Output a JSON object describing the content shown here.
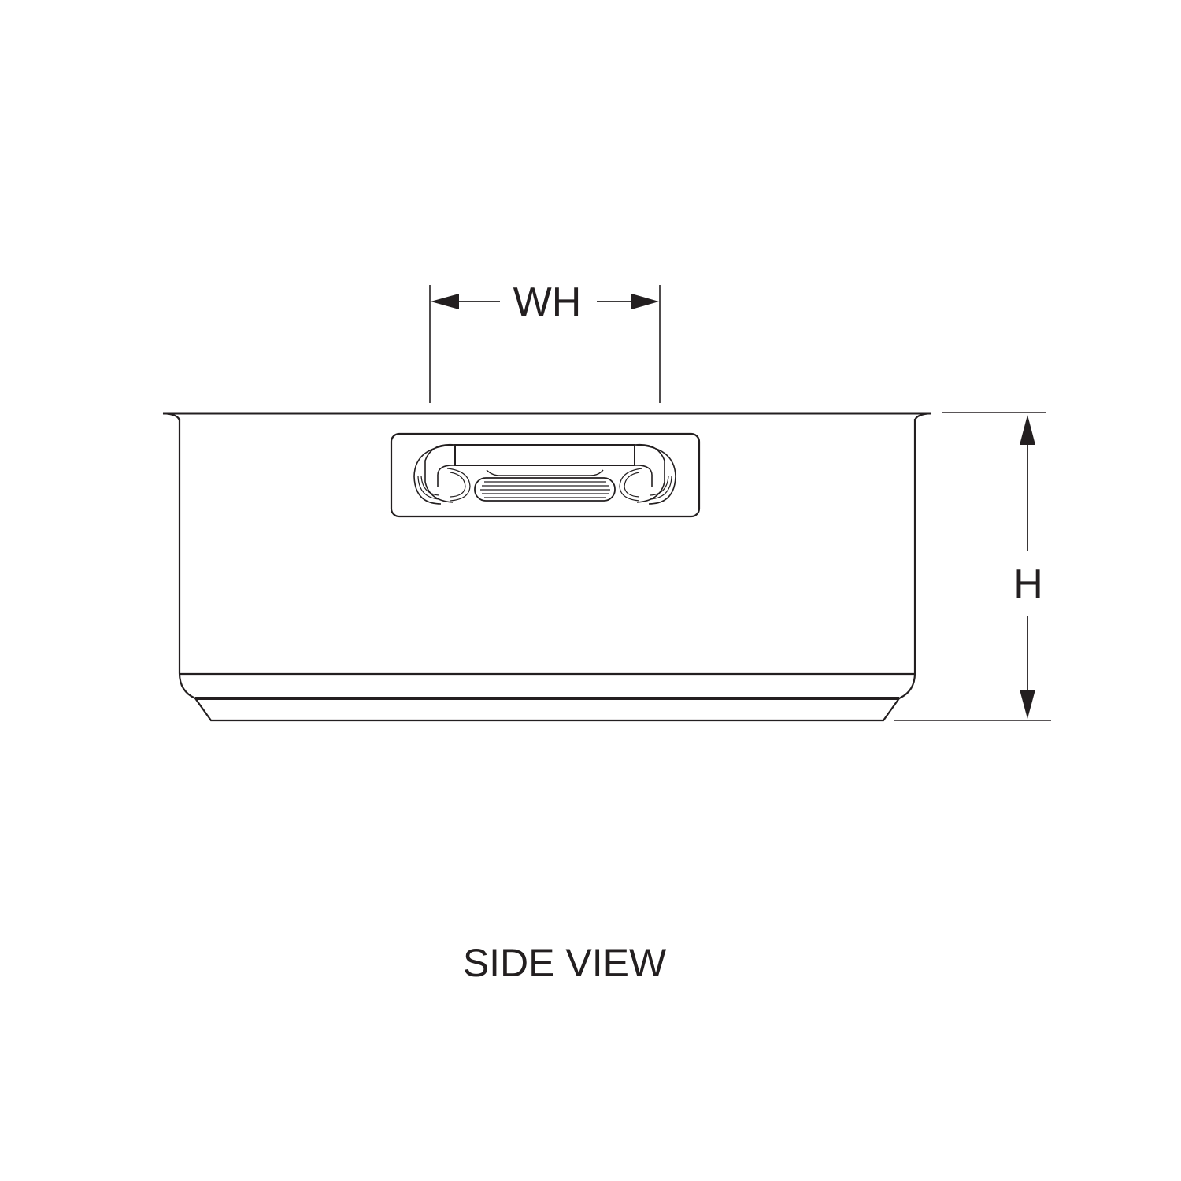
{
  "labels": {
    "width_handle": "WH",
    "height": "H",
    "view_title": "SIDE VIEW"
  },
  "colors": {
    "line": "#231f20",
    "background": "#ffffff"
  }
}
